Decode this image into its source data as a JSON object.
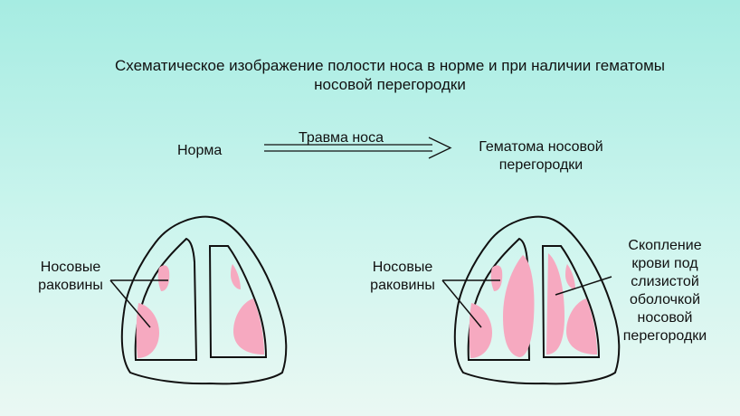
{
  "title": {
    "line1": "Схематическое изображение полости носа в норме и при наличии гематомы",
    "line2": "носовой перегородки"
  },
  "labels": {
    "norm": "Норма",
    "trauma": "Травма носа",
    "hematoma": "Гематома носовой перегородки",
    "conchae_left": "Носовые раковины",
    "conchae_right": "Носовые раковины",
    "blood": "Скопление крови под слизистой оболочкой носовой перегородки"
  },
  "colors": {
    "background_top": "#a6ece2",
    "background_bottom": "#eaf8f3",
    "pink_fill": "#f6a9c0",
    "outline": "#111111"
  }
}
